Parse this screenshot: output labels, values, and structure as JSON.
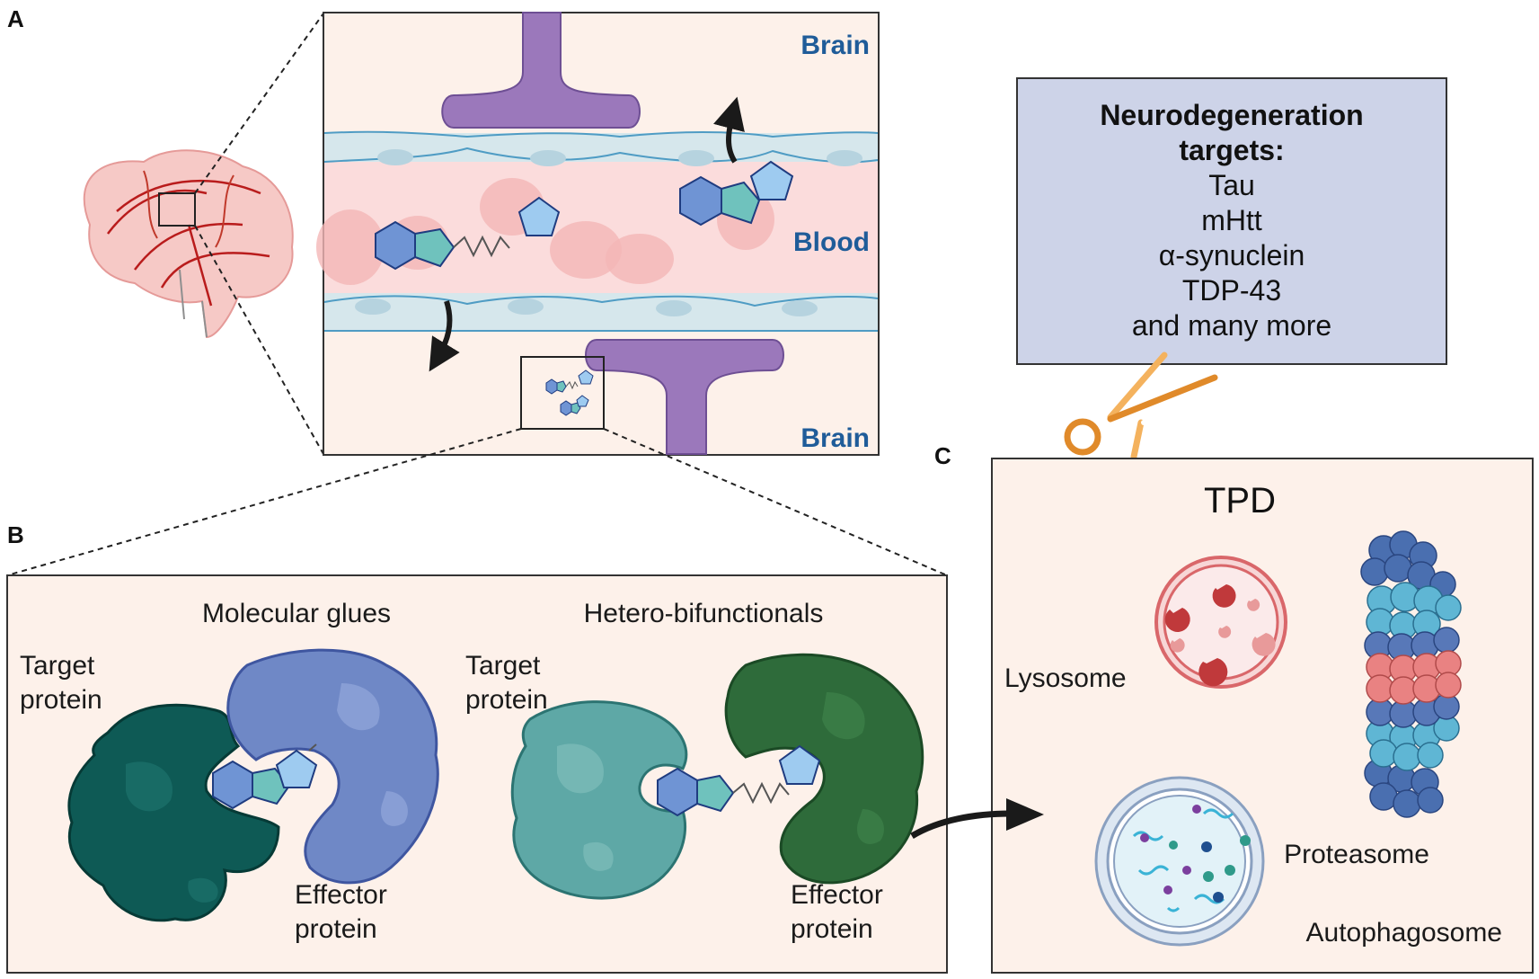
{
  "panels": {
    "a": "A",
    "b": "B",
    "c": "C"
  },
  "panel_a": {
    "brain_top": "Brain",
    "blood": "Blood",
    "brain_bottom": "Brain"
  },
  "targets_box": {
    "title_line1": "Neurodegeneration",
    "title_line2": "targets:",
    "items": [
      "Tau",
      "mHtt",
      "α-synuclein",
      "TDP-43",
      "and many more"
    ]
  },
  "panel_b": {
    "glues_title": "Molecular glues",
    "hetero_title": "Hetero-bifunctionals",
    "target_line1": "Target",
    "target_line2": "protein",
    "effector_line1": "Effector",
    "effector_line2": "protein"
  },
  "panel_c": {
    "title": "TPD",
    "lysosome": "Lysosome",
    "proteasome": "Proteasome",
    "autophagosome": "Autophagosome"
  },
  "colors": {
    "panel_bg": "#fdf1ea",
    "box_bg": "#cdd3e8",
    "purple": "#9b78bb",
    "dark_teal": "#0e5a55",
    "light_teal": "#5ea8a6",
    "blue_protein": "#6f88c6",
    "green_protein": "#2e6b3a",
    "scissors": "#e08a2a"
  }
}
